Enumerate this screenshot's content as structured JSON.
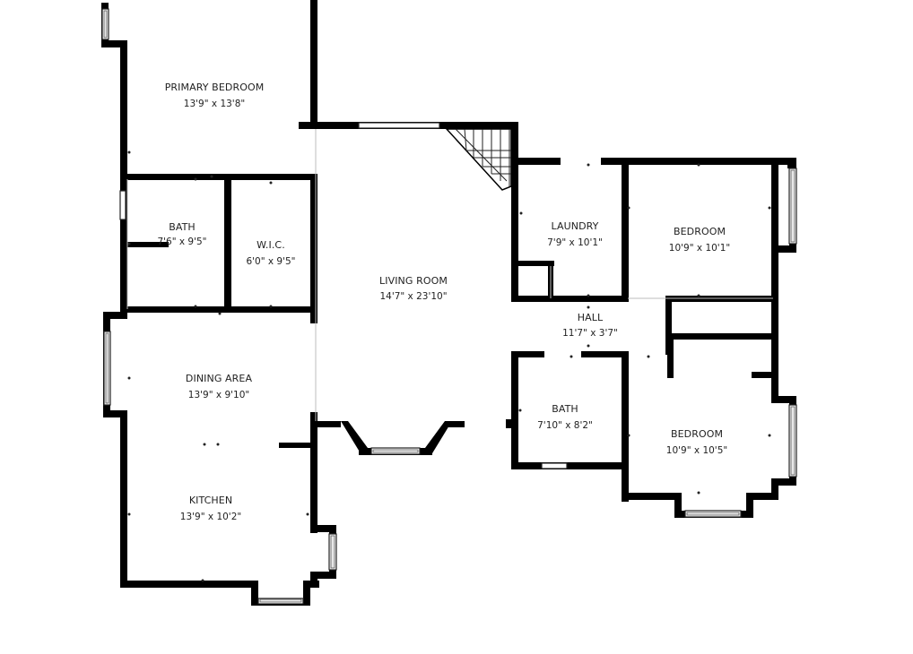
{
  "floorplan": {
    "rooms": [
      {
        "id": "primary-bedroom",
        "name": "PRIMARY BEDROOM",
        "dimensions": "13'9\" x 13'8\""
      },
      {
        "id": "bath-1",
        "name": "BATH",
        "dimensions": "7'6\" x 9'5\""
      },
      {
        "id": "wic",
        "name": "W.I.C.",
        "dimensions": "6'0\" x 9'5\""
      },
      {
        "id": "living-room",
        "name": "LIVING ROOM",
        "dimensions": "14'7\" x 23'10\""
      },
      {
        "id": "laundry",
        "name": "LAUNDRY",
        "dimensions": "7'9\" x 10'1\""
      },
      {
        "id": "bedroom-1",
        "name": "BEDROOM",
        "dimensions": "10'9\" x 10'1\""
      },
      {
        "id": "hall",
        "name": "HALL",
        "dimensions": "11'7\" x 3'7\""
      },
      {
        "id": "dining-area",
        "name": "DINING AREA",
        "dimensions": "13'9\" x 9'10\""
      },
      {
        "id": "bath-2",
        "name": "BATH",
        "dimensions": "7'10\" x 8'2\""
      },
      {
        "id": "bedroom-2",
        "name": "BEDROOM",
        "dimensions": "10'9\" x 10'5\""
      },
      {
        "id": "kitchen",
        "name": "KITCHEN",
        "dimensions": "13'9\" x 10'2\""
      }
    ],
    "colors": {
      "wall": "#000000",
      "background": "#ffffff",
      "label": "#222222"
    }
  }
}
